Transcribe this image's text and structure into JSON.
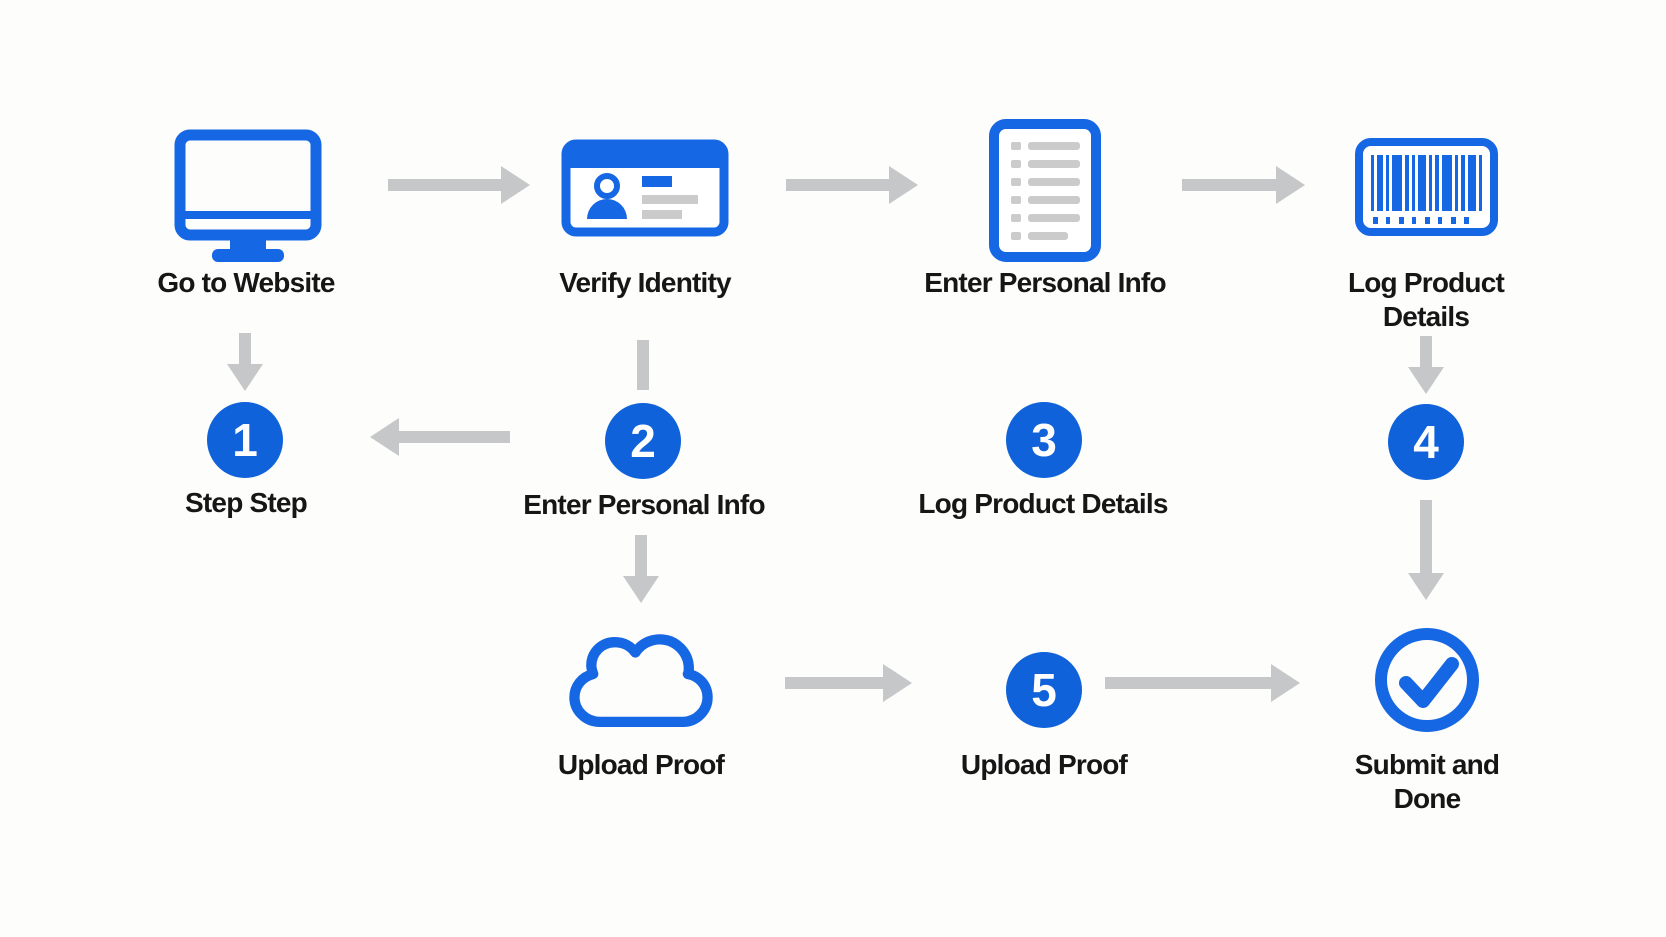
{
  "title": "Registration process flow diagram",
  "colors": {
    "accent_blue": "#0f62d9",
    "icon_blue": "#1667e4",
    "arrow_gray": "#c5c7c8",
    "icon_gray": "#cbcbcb",
    "text": "#161616",
    "background": "#fdfdfc"
  },
  "nodes": {
    "website": {
      "label": "Go to Website",
      "icon": "monitor-icon"
    },
    "identity": {
      "label": "Verify Identity",
      "icon": "id-card-icon"
    },
    "personal_info": {
      "label": "Enter Personal Info",
      "icon": "document-list-icon"
    },
    "product_details": {
      "label": "Log Product Details",
      "icon": "barcode-icon"
    },
    "step1": {
      "number": "1",
      "label": "Step Step"
    },
    "step2": {
      "number": "2",
      "label": "Enter Personal Info"
    },
    "step3": {
      "number": "3",
      "label": "Log Product Details"
    },
    "step4": {
      "number": "4"
    },
    "upload": {
      "label": "Upload Proof",
      "icon": "cloud-icon"
    },
    "step5": {
      "number": "5",
      "label": "Upload Proof"
    },
    "done": {
      "label": "Submit and\nDone",
      "icon": "check-circle-icon"
    }
  },
  "edges": [
    {
      "from": "website",
      "to": "identity",
      "direction": "right",
      "head": true
    },
    {
      "from": "identity",
      "to": "personal_info",
      "direction": "right",
      "head": true
    },
    {
      "from": "personal_info",
      "to": "product_details",
      "direction": "right",
      "head": true
    },
    {
      "from": "website",
      "to": "step1",
      "direction": "down",
      "head": true
    },
    {
      "from": "identity",
      "to": "step2",
      "direction": "down",
      "head": false
    },
    {
      "from": "step2",
      "to": "step1",
      "direction": "left",
      "head": true
    },
    {
      "from": "product_details",
      "to": "step4",
      "direction": "down",
      "head": true
    },
    {
      "from": "step2",
      "to": "upload",
      "direction": "down",
      "head": true
    },
    {
      "from": "step4",
      "to": "done",
      "direction": "down",
      "head": true
    },
    {
      "from": "upload",
      "to": "step5",
      "direction": "right",
      "head": true
    },
    {
      "from": "step5",
      "to": "done",
      "direction": "right",
      "head": true
    }
  ]
}
